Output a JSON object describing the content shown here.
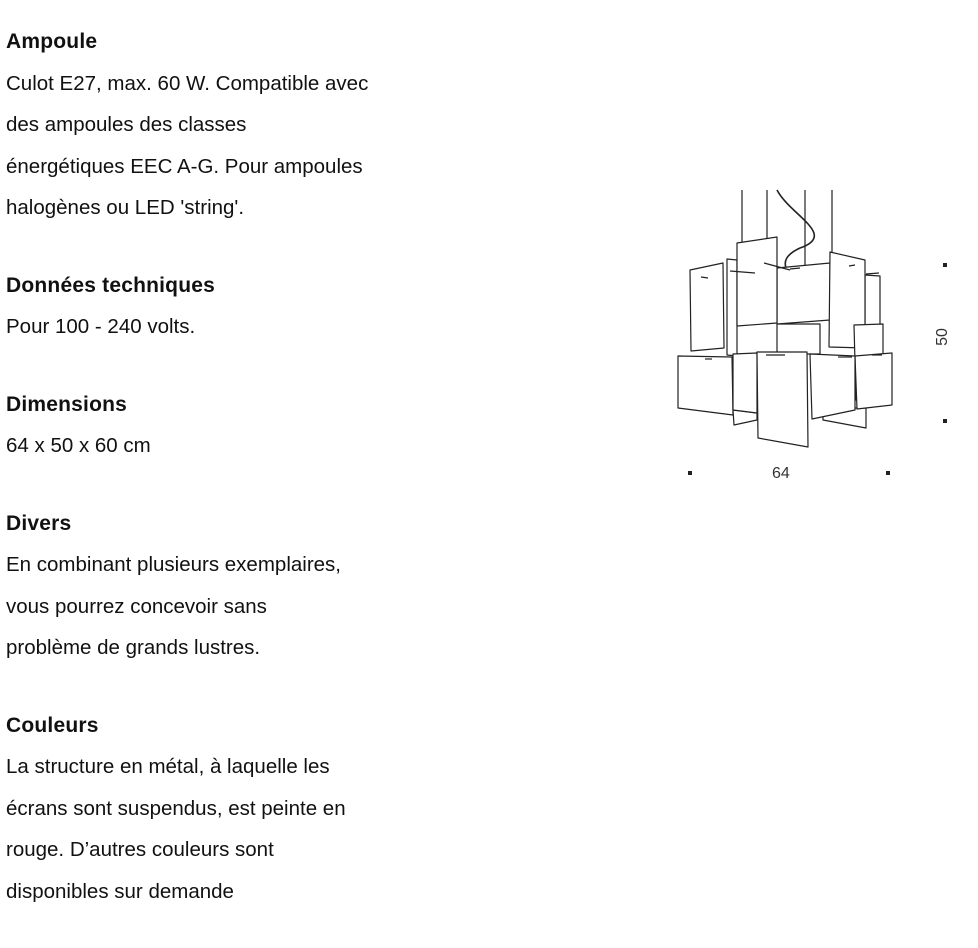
{
  "sections": [
    {
      "title": "Ampoule",
      "lines": [
        "Culot E27, max. 60 W. Compatible avec",
        "des ampoules des classes",
        "énergétiques EEC A-G. Pour ampoules",
        "halogènes ou LED 'string'."
      ]
    },
    {
      "title": "Données techniques",
      "lines": [
        "Pour 100 - 240 volts."
      ]
    },
    {
      "title": "Dimensions",
      "lines": [
        "64 x 50 x 60 cm"
      ]
    },
    {
      "title": "Divers",
      "lines": [
        "En combinant plusieurs exemplaires,",
        "vous pourrez concevoir sans",
        "problème de grands lustres."
      ]
    },
    {
      "title": "Couleurs",
      "lines": [
        "La structure en métal, à laquelle les",
        "écrans sont suspendus, est peinte en",
        "rouge. D’autres couleurs sont",
        "disponibles sur demande"
      ]
    }
  ],
  "drawing": {
    "width_label": "64",
    "height_label": "50"
  }
}
